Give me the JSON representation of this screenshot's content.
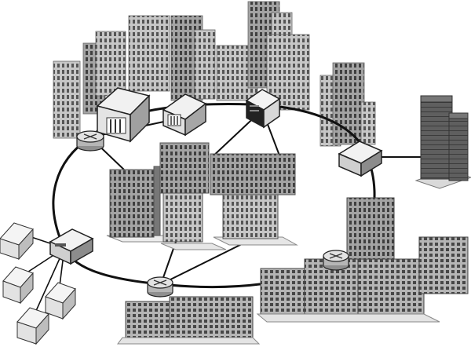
{
  "diagram": {
    "colors": {
      "background": "#ffffff",
      "ring": "#111111",
      "building_light": "#c9c9c9",
      "building_mid": "#a9a9a9",
      "building_dark": "#6e6e6e",
      "window": "#4a4a4a",
      "roof": "#e6e6e6",
      "device_top": "#f2f2f2",
      "device_side": "#9a9a9a",
      "router": "#d0d0d0"
    },
    "nodes": [
      {
        "name": "router-top-left-icon",
        "kind": "router"
      },
      {
        "name": "bank-building-icon",
        "kind": "building"
      },
      {
        "name": "bank-building-2-icon",
        "kind": "building"
      },
      {
        "name": "server-box-icon",
        "kind": "device"
      },
      {
        "name": "switch-right-icon",
        "kind": "device"
      },
      {
        "name": "switch-left-icon",
        "kind": "device"
      },
      {
        "name": "router-bottom-icon",
        "kind": "router"
      },
      {
        "name": "router-right-icon",
        "kind": "router"
      }
    ],
    "structures": [
      {
        "name": "skyline-towers-icon",
        "kind": "city"
      },
      {
        "name": "central-office-blocks-icon",
        "kind": "city"
      },
      {
        "name": "remote-office-tower-icon",
        "kind": "city"
      },
      {
        "name": "houses-cluster-icon",
        "kind": "residential"
      },
      {
        "name": "bottom-office-block-icon",
        "kind": "city"
      },
      {
        "name": "right-campus-icon",
        "kind": "city"
      }
    ]
  }
}
